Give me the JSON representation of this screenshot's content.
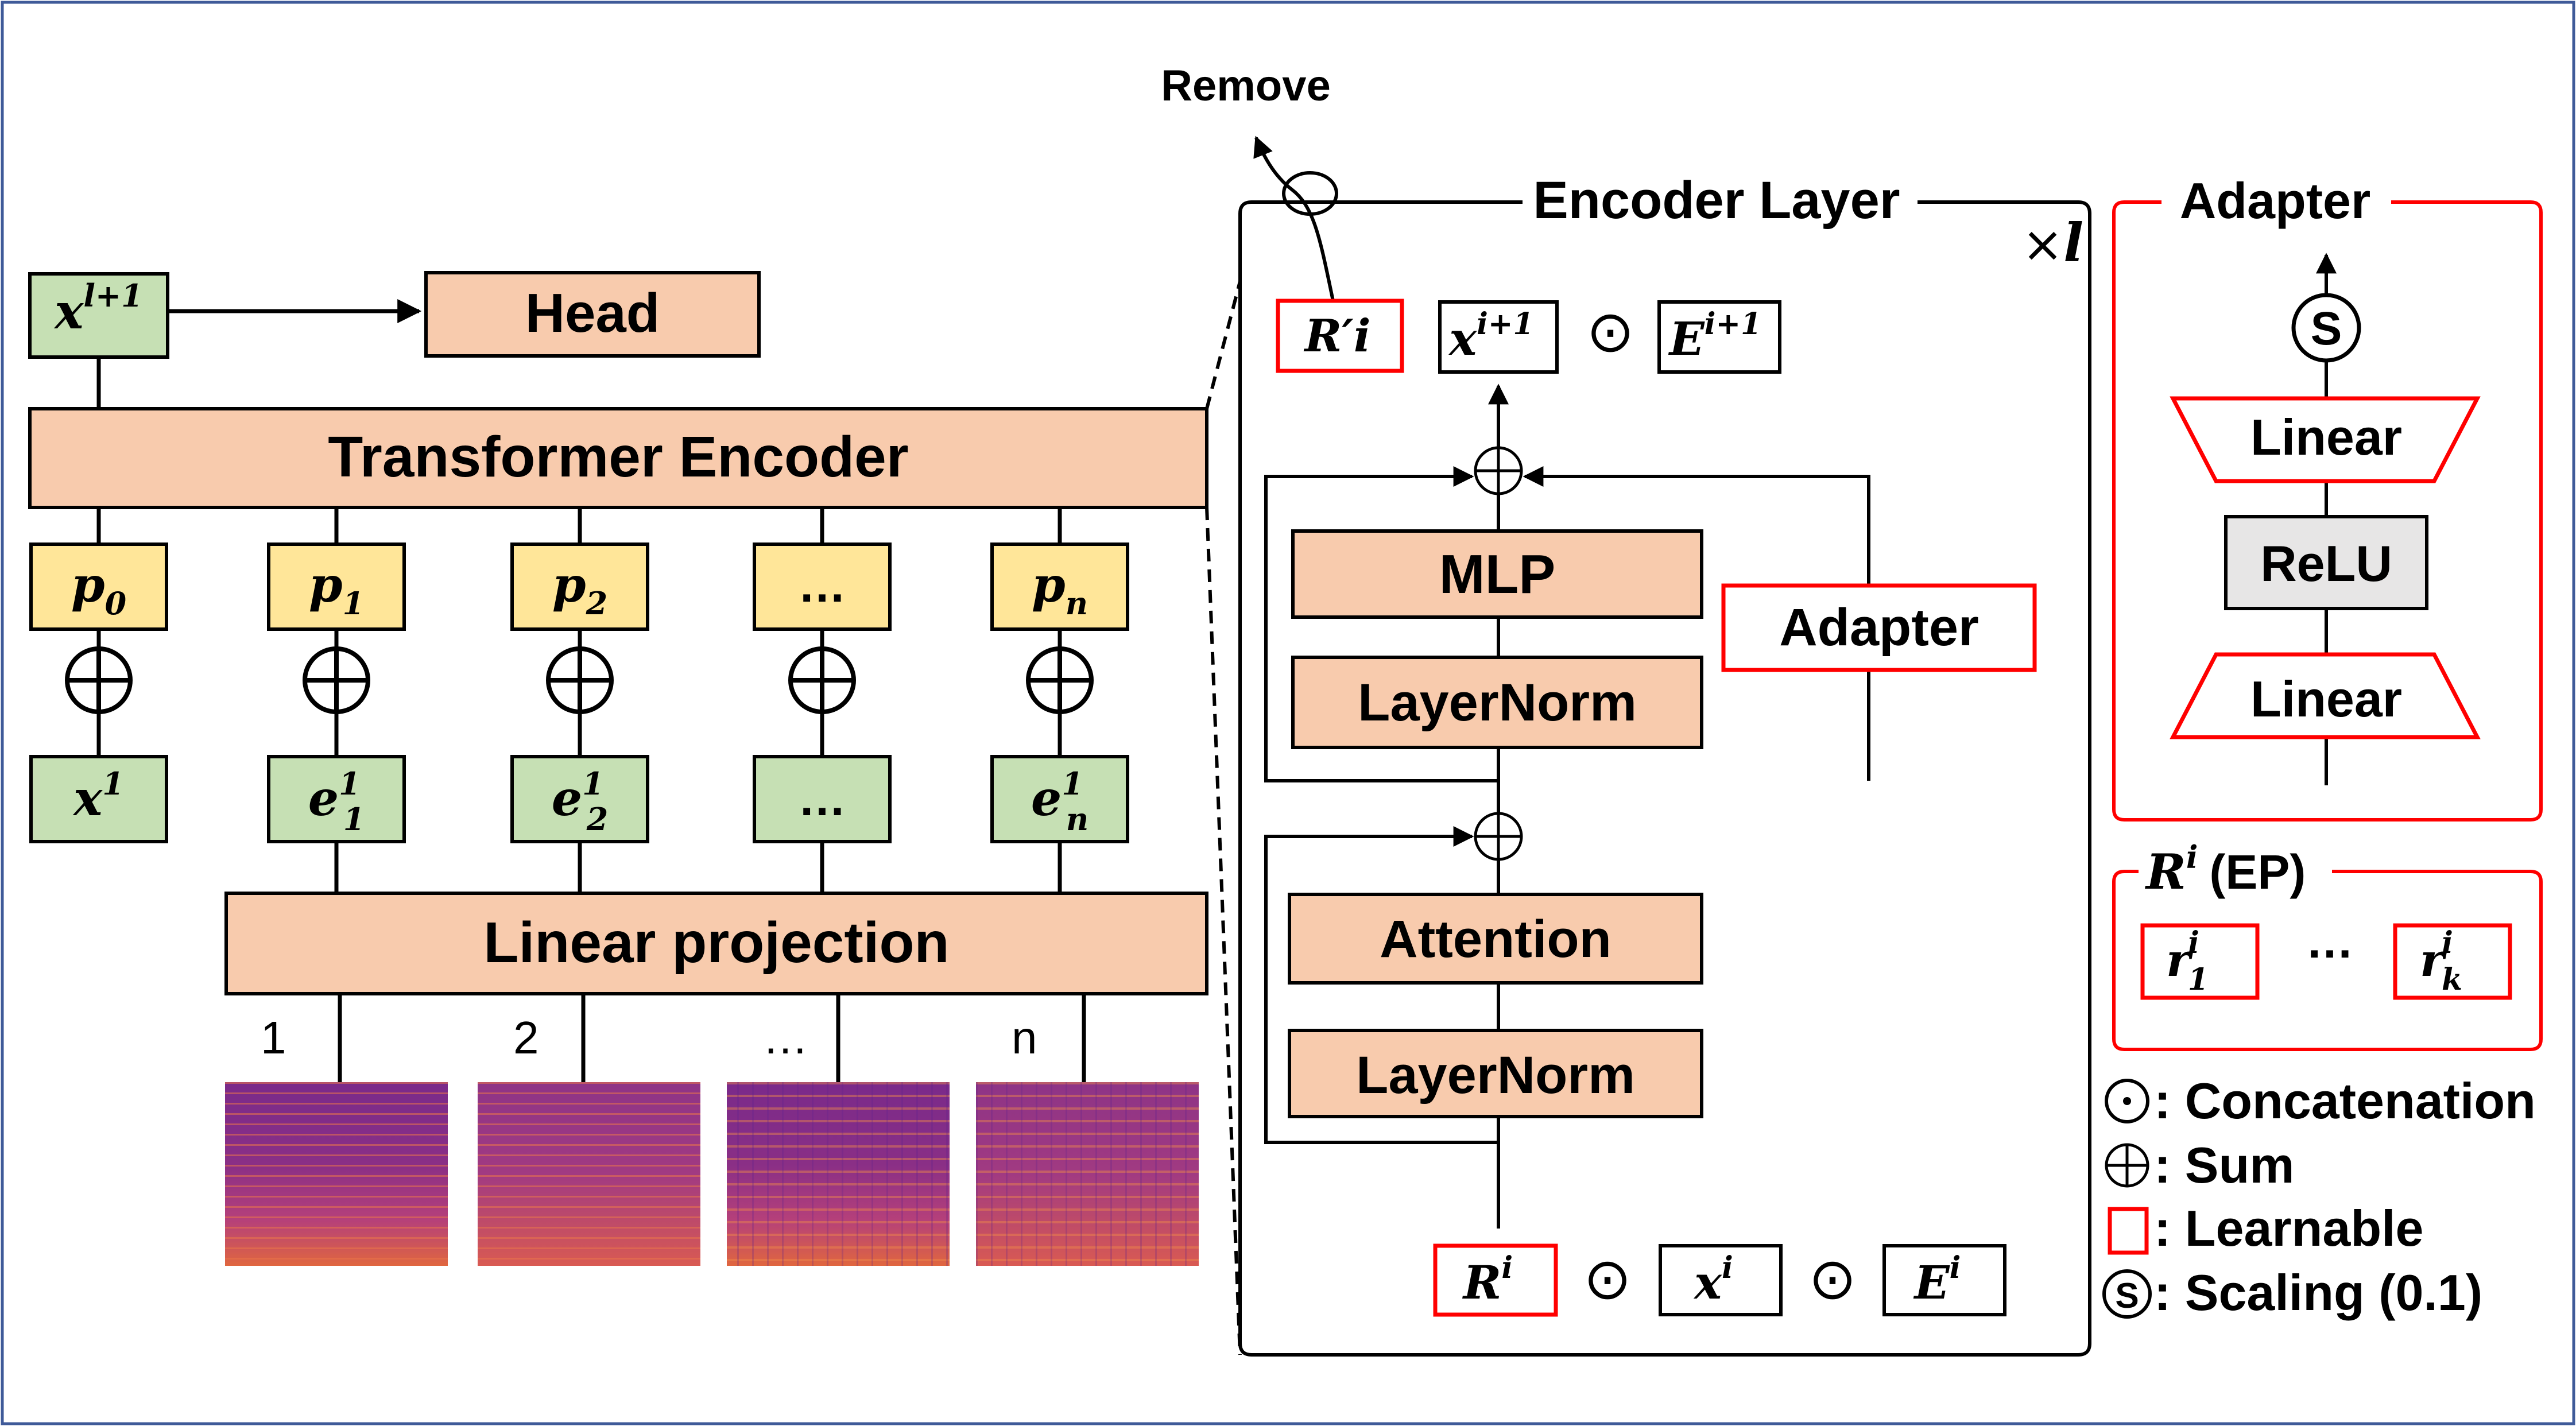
{
  "colors": {
    "frame": "#3f5a99",
    "orange": "#f8cbad",
    "green": "#c6e0b4",
    "yellow": "#ffe699",
    "gray": "#e7e6e6",
    "red": "#ff0000",
    "line": "#000000",
    "spec_dark": "#5a1f8a",
    "spec_mid": "#b5407a",
    "spec_hot": "#f48a3c"
  },
  "left": {
    "head": "Head",
    "x_top": {
      "base": "x",
      "sup": "l+1"
    },
    "transformer": "Transformer Encoder",
    "positions": [
      {
        "base": "p",
        "sub": "0"
      },
      {
        "base": "p",
        "sub": "1"
      },
      {
        "base": "p",
        "sub": "2"
      },
      {
        "text": "…"
      },
      {
        "base": "p",
        "sub": "n"
      }
    ],
    "embeddings": [
      {
        "base": "x",
        "sup": "1"
      },
      {
        "base": "e",
        "sup": "1",
        "sub": "1"
      },
      {
        "base": "e",
        "sup": "1",
        "sub": "2"
      },
      {
        "text": "…"
      },
      {
        "base": "e",
        "sup": "1",
        "sub": "n"
      }
    ],
    "linear_projection": "Linear projection",
    "patch_labels": [
      "1",
      "2",
      "…",
      "n"
    ]
  },
  "encoder": {
    "title": "Encoder Layer",
    "repeat": "×l",
    "remove": "Remove",
    "mlp": "MLP",
    "layernorm_top": "LayerNorm",
    "attention": "Attention",
    "layernorm_bottom": "LayerNorm",
    "adapter": "Adapter",
    "top_row": {
      "r_prime": "R′i",
      "x_next": {
        "base": "x",
        "sup": "i+1"
      },
      "e_next": {
        "base": "E",
        "sup": "i+1"
      }
    },
    "bottom_row": {
      "r": {
        "base": "R",
        "sup": "i"
      },
      "x": {
        "base": "x",
        "sup": "i"
      },
      "e": {
        "base": "E",
        "sup": "i"
      }
    },
    "concat_symbol": "⊙"
  },
  "adapter_panel": {
    "title": "Adapter",
    "scale_symbol": "S",
    "linear_top": "Linear",
    "relu": "ReLU",
    "linear_bottom": "Linear"
  },
  "ep_panel": {
    "title_base": "R",
    "title_sup": "i",
    "title_suffix": "(EP)",
    "first": {
      "base": "r",
      "sup": "i",
      "sub": "1"
    },
    "dots": "…",
    "last": {
      "base": "r",
      "sup": "i",
      "sub": "k"
    }
  },
  "legend": [
    {
      "symbol": "⊙",
      "text": ": Concatenation"
    },
    {
      "symbol": "⊕",
      "text": ": Sum"
    },
    {
      "symbol": "□",
      "text": ": Learnable"
    },
    {
      "symbol": "S",
      "text": ": Scaling (0.1)"
    }
  ]
}
